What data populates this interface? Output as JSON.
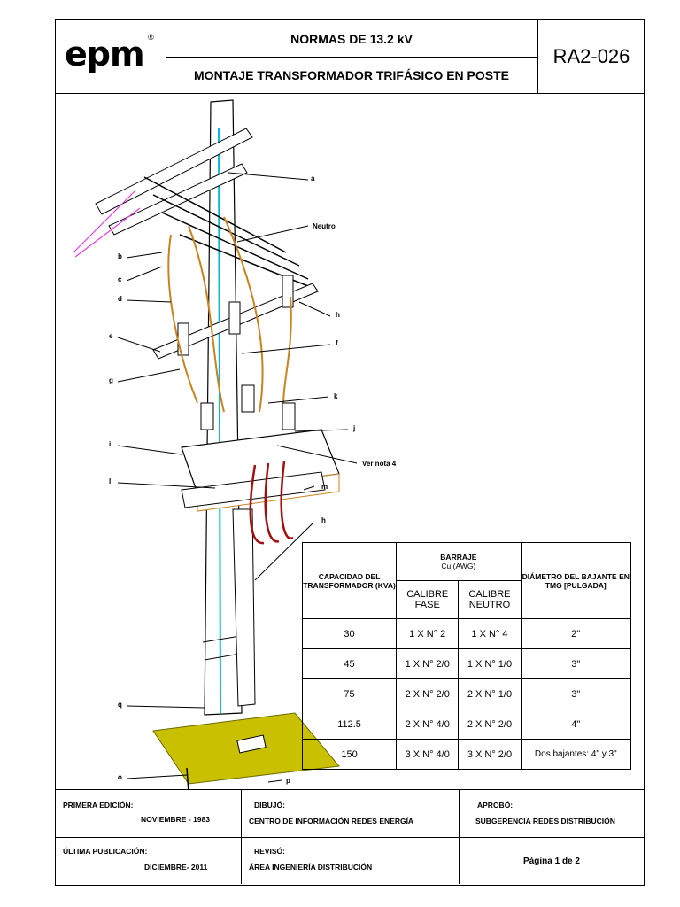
{
  "header": {
    "logo": "epm",
    "registered": "®",
    "title_line1": "NORMAS DE 13.2 kV",
    "title_line2": "MONTAJE TRANSFORMADOR TRIFÁSICO EN POSTE",
    "code": "RA2-026"
  },
  "labels": {
    "a": "a",
    "neutro": "Neutro",
    "b": "b",
    "c": "c",
    "d": "d",
    "h1": "h",
    "e": "e",
    "f": "f",
    "g": "g",
    "k": "k",
    "j": "j",
    "i1": "i",
    "nota": "Ver nota 4",
    "l": "l",
    "m": "m",
    "h2": "h",
    "q": "q",
    "o": "o",
    "p": "p"
  },
  "table": {
    "col1": "CAPACIDAD DEL TRANSFORMADOR (KVA)",
    "col2": "BARRAJE",
    "col2_sub": "Cu (AWG)",
    "col2a": "CALIBRE FASE",
    "col2b": "CALIBRE NEUTRO",
    "col3": "DIÁMETRO DEL BAJANTE EN TMG [PULGADA]",
    "rows": [
      {
        "kva": "30",
        "fase": "1 X N° 2",
        "neutro": "1 X N° 4",
        "diam": "2\""
      },
      {
        "kva": "45",
        "fase": "1 X N° 2/0",
        "neutro": "1 X N° 1/0",
        "diam": "3\""
      },
      {
        "kva": "75",
        "fase": "2 X N° 2/0",
        "neutro": "2 X N° 1/0",
        "diam": "3\""
      },
      {
        "kva": "112.5",
        "fase": "2 X N° 4/0",
        "neutro": "2 X N° 2/0",
        "diam": "4\""
      },
      {
        "kva": "150",
        "fase": "3 X N° 4/0",
        "neutro": "3 X N° 2/0",
        "diam": "Dos bajantes: 4\" y  3\""
      }
    ]
  },
  "footer": {
    "primera_label": "PRIMERA EDICIÓN:",
    "primera_value": "NOVIEMBRE - 1983",
    "ultima_label": "ÚLTIMA PUBLICACIÓN:",
    "ultima_value": "DICIEMBRE- 2011",
    "dibujo_label": "DIBUJÓ:",
    "dibujo_value": "CENTRO DE INFORMACIÓN REDES ENERGÍA",
    "reviso_label": "REVISÓ:",
    "reviso_value": "ÁREA INGENIERÍA DISTRIBUCIÓN",
    "aprobo_label": "APROBÓ:",
    "aprobo_value": "SUBGERENCIA  REDES DISTRIBUCIÓN",
    "pagina": "Página 1 de 2"
  },
  "colors": {
    "pole_accent": "#00b7d9",
    "bridge": "#c8821e",
    "lead": "#a01010",
    "guy": "#e040e0",
    "ground": "#c8c000"
  }
}
